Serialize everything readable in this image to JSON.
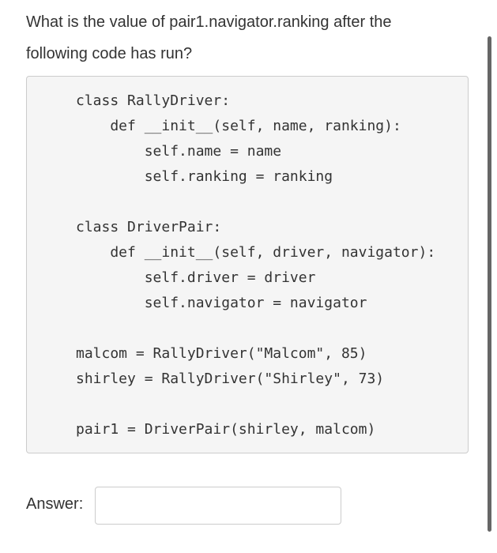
{
  "question": {
    "line1": "What is the value of pair1.navigator.ranking after the",
    "line2": "following code has run?"
  },
  "code": {
    "lines": [
      "class RallyDriver:",
      "    def __init__(self, name, ranking):",
      "        self.name = name",
      "        self.ranking = ranking",
      "",
      "class DriverPair:",
      "    def __init__(self, driver, navigator):",
      "        self.driver = driver",
      "        self.navigator = navigator",
      "",
      "malcom = RallyDriver(\"Malcom\", 85)",
      "shirley = RallyDriver(\"Shirley\", 73)",
      "",
      "pair1 = DriverPair(shirley, malcom)"
    ]
  },
  "answer": {
    "label": "Answer:",
    "value": "",
    "placeholder": ""
  }
}
